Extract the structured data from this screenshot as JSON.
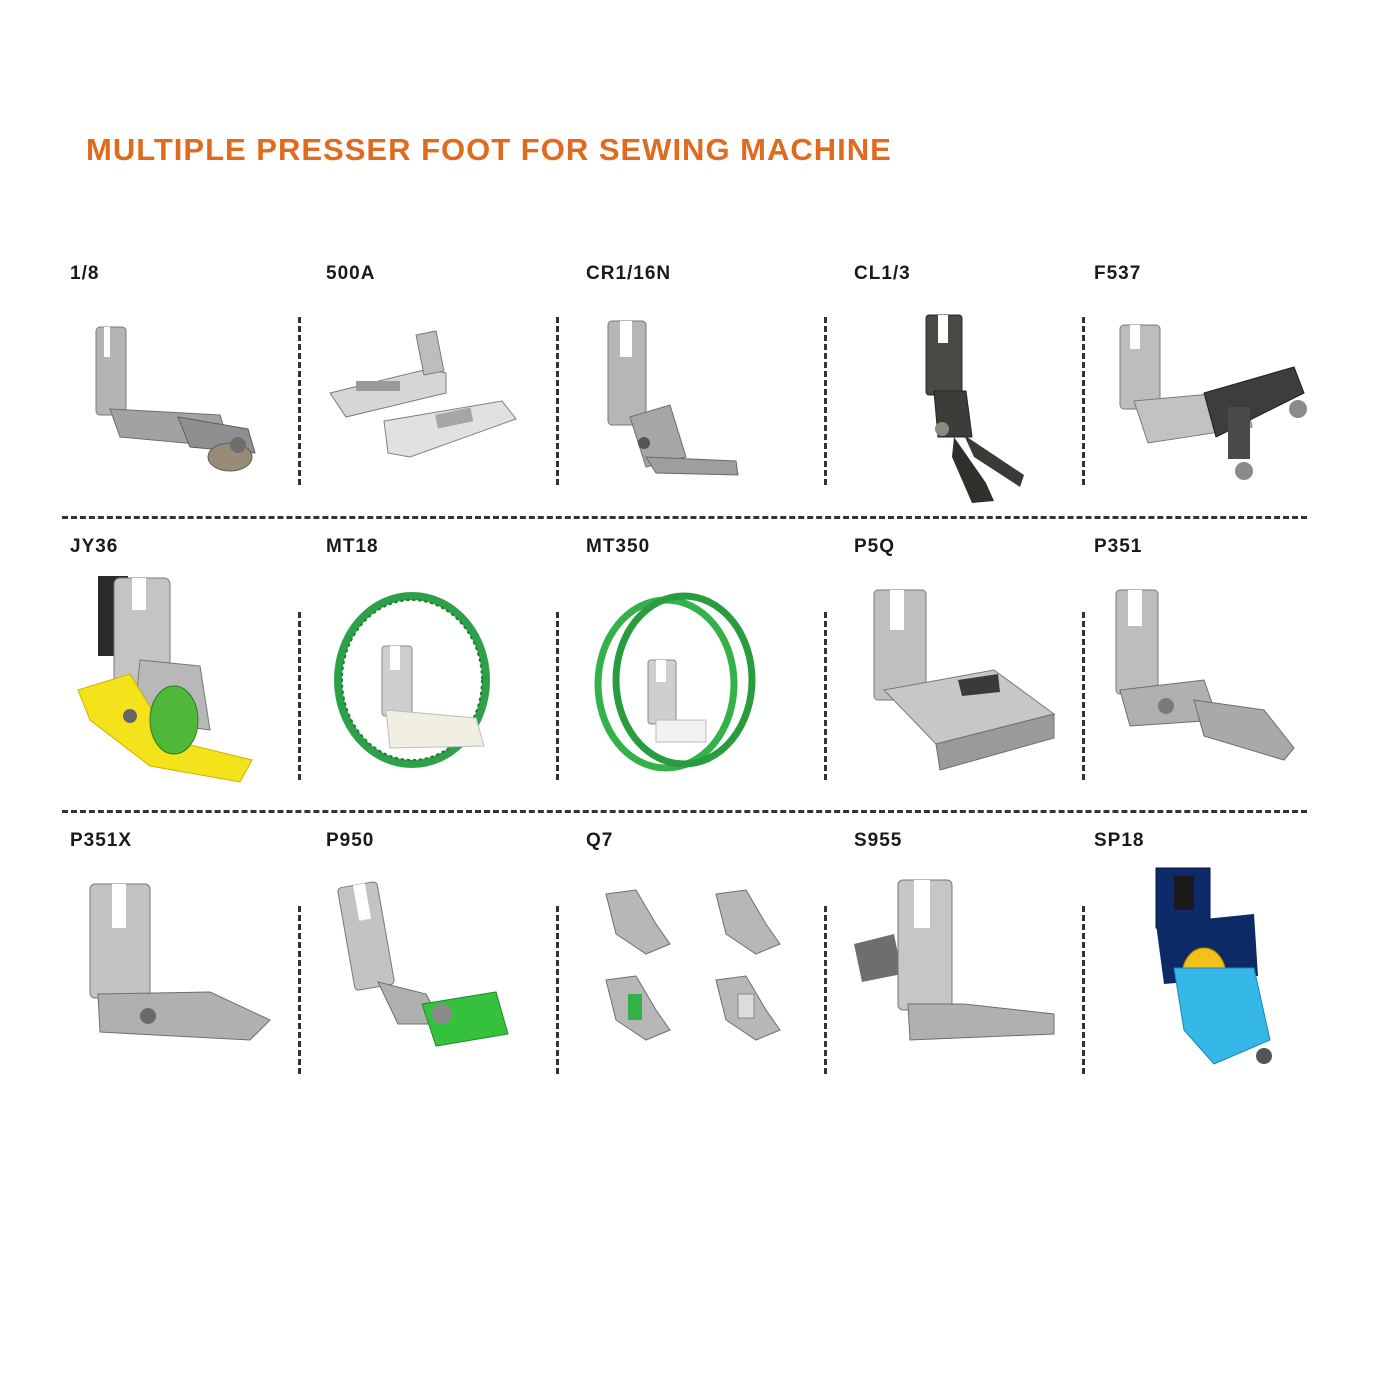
{
  "page": {
    "title": "MULTIPLE PRESSER FOOT FOR SEWING MACHINE",
    "title_color": "#e06a1e"
  },
  "rows": [
    {
      "items": [
        {
          "label": "1/8",
          "icon": "hemmer-foot-icon",
          "accent": "#9a9a9a"
        },
        {
          "label": "500A",
          "icon": "zigzag-foot-pair-icon",
          "accent": "#c8c8c8"
        },
        {
          "label": "CR1/16N",
          "icon": "right-compensating-foot-icon",
          "accent": "#a8a8a8"
        },
        {
          "label": "CL1/3",
          "icon": "dark-compensating-foot-icon",
          "accent": "#3c3c38"
        },
        {
          "label": "F537",
          "icon": "adjustable-guide-foot-icon",
          "accent": "#3a3a3a"
        }
      ]
    },
    {
      "items": [
        {
          "label": "JY36",
          "icon": "yellow-roller-foot-icon",
          "accent": "#f4e21b"
        },
        {
          "label": "MT18",
          "icon": "green-belt-foot-icon",
          "accent": "#2ea04a"
        },
        {
          "label": "MT350",
          "icon": "double-green-belt-foot-icon",
          "accent": "#35b14a"
        },
        {
          "label": "P5Q",
          "icon": "wide-guide-foot-icon",
          "accent": "#a0a0a0"
        },
        {
          "label": "P351",
          "icon": "rolled-hem-foot-icon",
          "accent": "#a5a5a5"
        }
      ]
    },
    {
      "items": [
        {
          "label": "P351X",
          "icon": "narrow-hem-foot-icon",
          "accent": "#a0a0a0"
        },
        {
          "label": "P950",
          "icon": "green-teflon-foot-icon",
          "accent": "#35c03e"
        },
        {
          "label": "Q7",
          "icon": "four-piece-foot-set-icon",
          "accent": "#9c9c9c"
        },
        {
          "label": "S955",
          "icon": "spring-foot-icon",
          "accent": "#a8a8a8"
        },
        {
          "label": "SP18",
          "icon": "blue-roller-foot-icon",
          "accent": "#35b7e8"
        }
      ]
    }
  ]
}
